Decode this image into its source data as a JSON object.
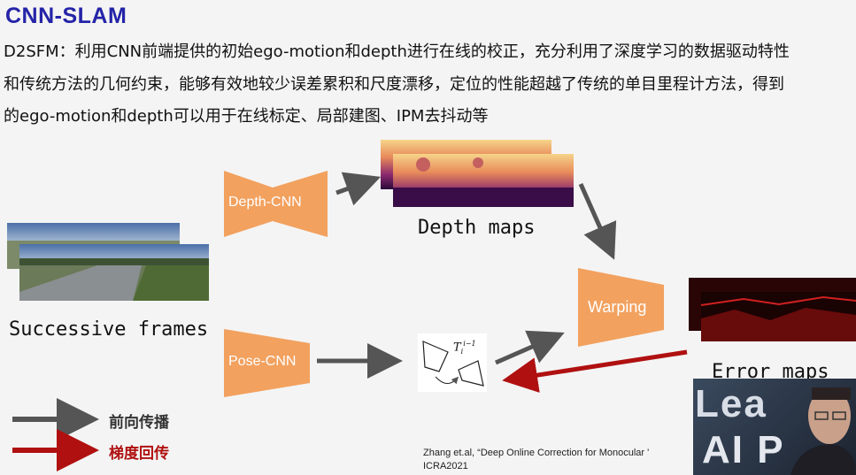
{
  "title": "CNN-SLAM",
  "description": {
    "line1": "D2SFM：利用CNN前端提供的初始ego-motion和depth进行在线的校正，充分利用了深度学习的数据驱动特性",
    "line2": "和传统方法的几何约束，能够有效地较少误差累积和尺度漂移，定位的性能超越了传统的单目里程计方法，得到",
    "line3": "的ego-motion和depth可以用于在线标定、局部建图、IPM去抖动等"
  },
  "diagram": {
    "input_label": "Successive frames",
    "depth_cnn": "Depth-CNN",
    "pose_cnn": "Pose-CNN",
    "depth_maps_label": "Depth maps",
    "warping": "Warping",
    "error_maps_label": "Error maps",
    "transform_symbol": "T",
    "transform_sub": "i",
    "transform_sup": "i−1"
  },
  "legend": {
    "forward_label": "前向传播",
    "gradient_label": "梯度回传",
    "forward_color": "#555555",
    "gradient_color": "#b01010"
  },
  "citation": {
    "line1": "Zhang et.al,   “Deep Online Correction for Monocular '",
    "line2": "ICRA2021"
  },
  "webcam_overlay": {
    "text_top": "Lea",
    "text_bottom": "AI P"
  },
  "colors": {
    "title": "#2424a8",
    "network_fill": "#f2a15f",
    "forward_arrow": "#555555",
    "gradient_arrow": "#b01010"
  }
}
